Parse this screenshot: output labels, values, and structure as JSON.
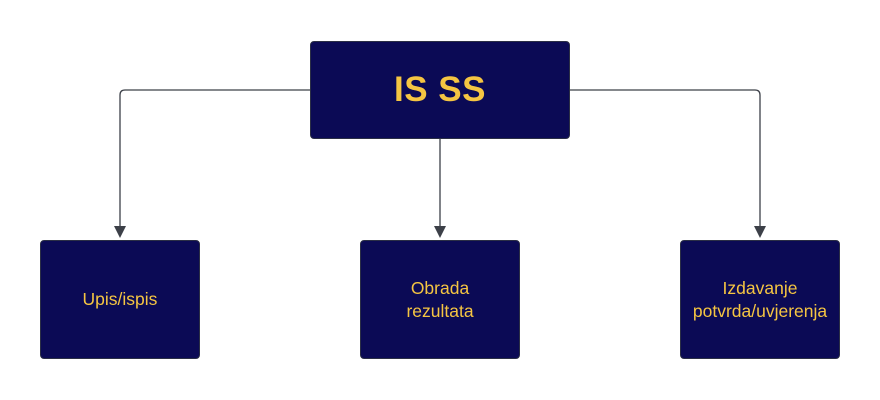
{
  "diagram": {
    "type": "hierarchy",
    "colors": {
      "box_fill": "#0b0a55",
      "box_border": "#2b2f45",
      "text": "#f5c542",
      "connector": "#3c4048",
      "background": "#ffffff"
    },
    "root": {
      "label": "IS SS"
    },
    "children": [
      {
        "lines": [
          "Upis/ispis"
        ]
      },
      {
        "lines": [
          "Obrada",
          "rezultata"
        ]
      },
      {
        "lines": [
          "Izdavanje",
          "potvrda/uvjerenja"
        ]
      }
    ],
    "edges": [
      {
        "from": "IS SS",
        "to": "Upis/ispis"
      },
      {
        "from": "IS SS",
        "to": "Obrada rezultata"
      },
      {
        "from": "IS SS",
        "to": "Izdavanje potvrda/uvjerenja"
      }
    ]
  }
}
